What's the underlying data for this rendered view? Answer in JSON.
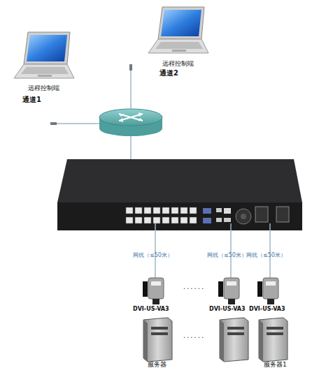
{
  "diagram": {
    "nodes": [
      {
        "text": [
          "远程控制端",
          "通道1"
        ]
      },
      {
        "text": [
          "远程控制端",
          "通道2"
        ]
      },
      {
        "text": [
          "DVI-US-VA3"
        ]
      },
      {
        "text": [
          "DVI-US-VA3"
        ]
      },
      {
        "text": [
          "DVI-US-VA3"
        ]
      },
      {
        "text": [
          "服务器"
        ]
      },
      {
        "text": [
          "服务器1"
        ]
      }
    ],
    "labels": [
      "网线（≤50米）",
      "网线（≤50米）",
      "网线（≤50米）",
      "......",
      "......"
    ]
  }
}
